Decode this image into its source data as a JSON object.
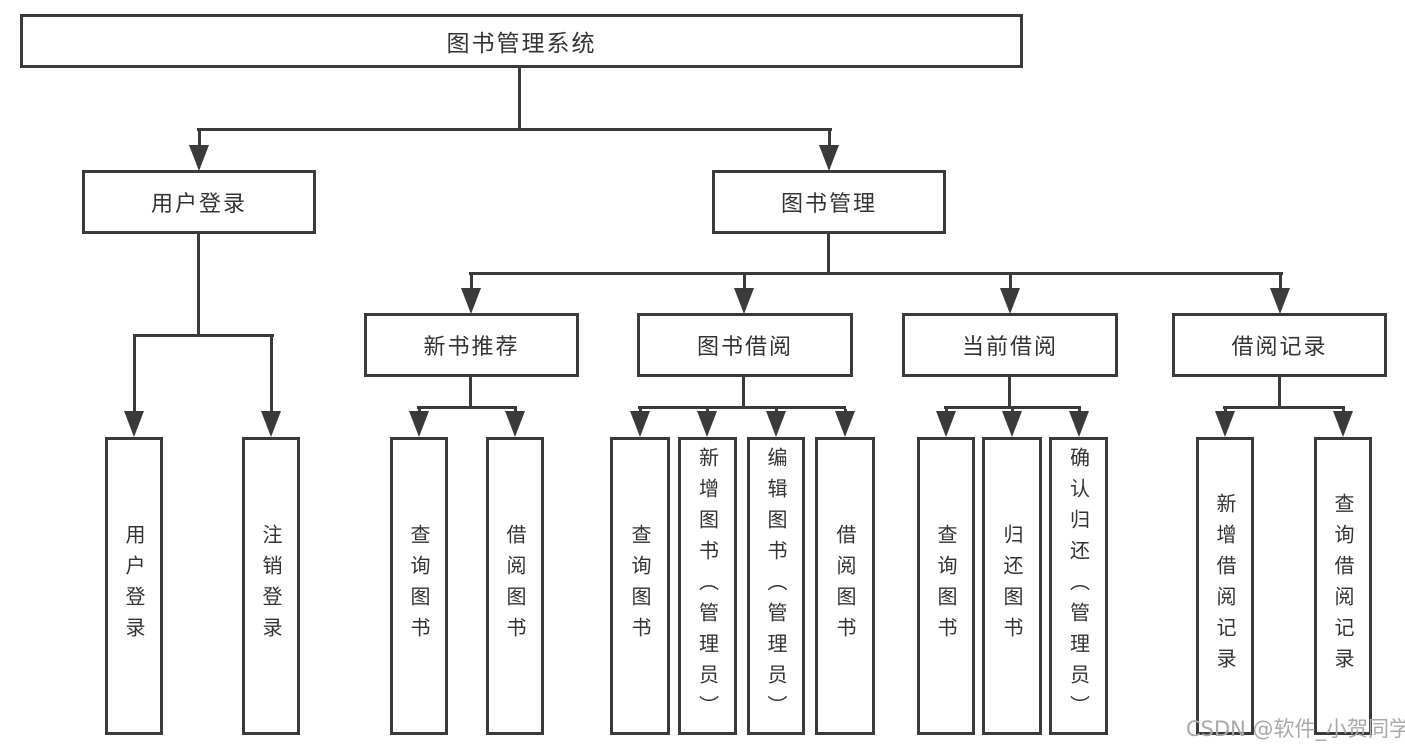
{
  "tree": {
    "label": "图书管理系统",
    "children": [
      {
        "label": "用户登录",
        "children": [
          {
            "label": "用户登录"
          },
          {
            "label": "注销登录"
          }
        ]
      },
      {
        "label": "图书管理",
        "children": [
          {
            "label": "新书推荐",
            "children": [
              {
                "label": "查询图书"
              },
              {
                "label": "借阅图书"
              }
            ]
          },
          {
            "label": "图书借阅",
            "children": [
              {
                "label": "查询图书"
              },
              {
                "label": "新增图书（管理员）"
              },
              {
                "label": "编辑图书（管理员）"
              },
              {
                "label": "借阅图书"
              }
            ]
          },
          {
            "label": "当前借阅",
            "children": [
              {
                "label": "查询图书"
              },
              {
                "label": "归还图书"
              },
              {
                "label": "确认归还（管理员）"
              }
            ]
          },
          {
            "label": "借阅记录",
            "children": [
              {
                "label": "新增借阅记录"
              },
              {
                "label": "查询借阅记录"
              }
            ]
          }
        ]
      }
    ]
  },
  "watermark": "CSDN @软件_小贺同学",
  "colors": {
    "line": "#3a3a3a",
    "text": "#333333",
    "watermark": "#a9a9a9",
    "bg": "#ffffff"
  }
}
